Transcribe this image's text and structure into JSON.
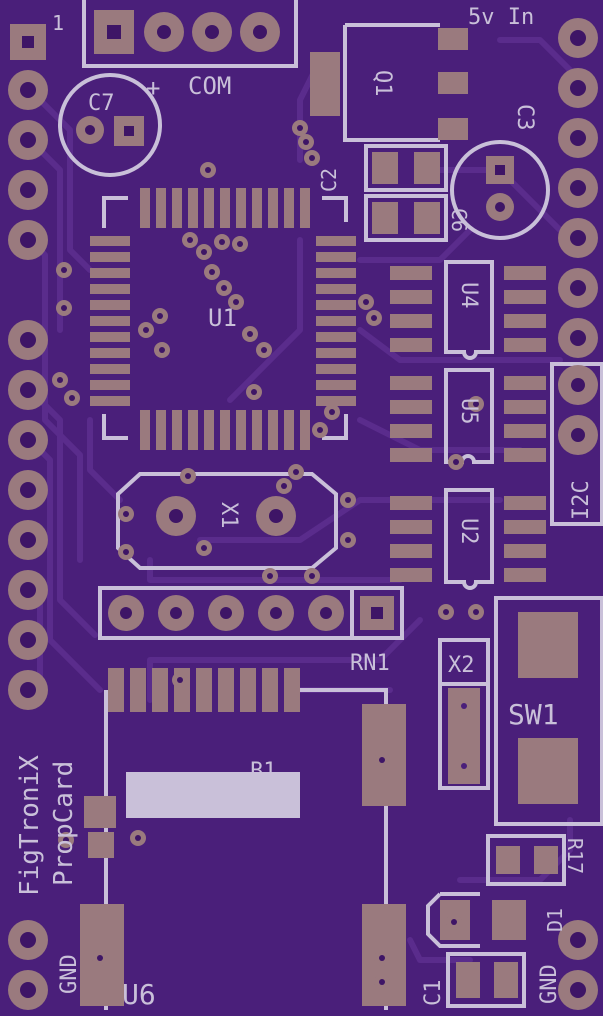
{
  "board": {
    "background": "#4a1f7a",
    "pad_color": "#9a7a7e",
    "silk_color": "#c9c0d9"
  },
  "labels": {
    "pin1": "1",
    "power_in": "5v In",
    "com": "COM",
    "plus": "+",
    "c7": "C7",
    "q1": "Q1",
    "c3": "C3",
    "c2": "C2",
    "c6": "C6",
    "u1": "U1",
    "u4": "U4",
    "u5": "U5",
    "u2": "U2",
    "x1": "X1",
    "i2c": "I2C",
    "rn1": "RN1",
    "x2": "X2",
    "sw1": "SW1",
    "b1": "B1",
    "r17": "R17",
    "d1": "D1",
    "gnd_left": "GND",
    "gnd_right": "GND",
    "c1": "C1",
    "u6": "U6",
    "brand": "FigTroniX",
    "product": "PropCard"
  }
}
